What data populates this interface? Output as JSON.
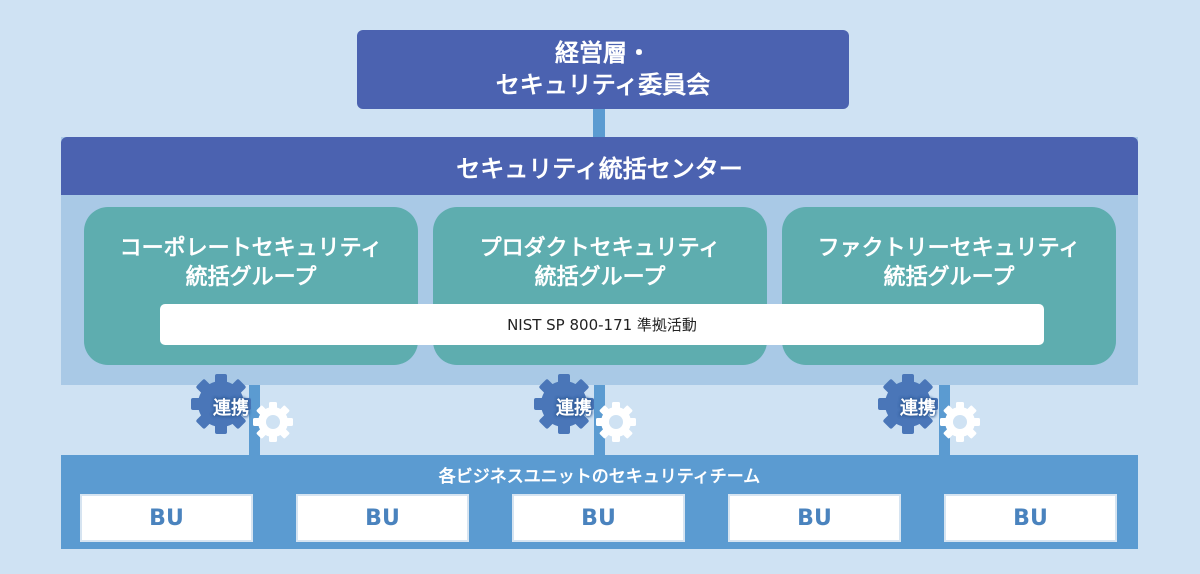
{
  "executive": {
    "line1": "経営層・",
    "line2": "セキュリティ委員会"
  },
  "center": {
    "title": "セキュリティ統括センター"
  },
  "groups": [
    {
      "line1": "コーポレートセキュリティ",
      "line2": "統括グループ"
    },
    {
      "line1": "プロダクトセキュリティ",
      "line2": "統括グループ"
    },
    {
      "line1": "ファクトリーセキュリティ",
      "line2": "統括グループ"
    }
  ],
  "nist_bar": "NIST SP 800-171 準拠活動",
  "cooperation_label": "連携",
  "bu_section": {
    "title": "各ビジネスユニットのセキュリティチーム",
    "units": [
      "BU",
      "BU",
      "BU",
      "BU",
      "BU"
    ]
  },
  "colors": {
    "background": "#cfe2f3",
    "navy": "#4b62b0",
    "teal": "#5eadaf",
    "blue": "#5b9bd1",
    "light_panel": "#a9c9e6"
  }
}
